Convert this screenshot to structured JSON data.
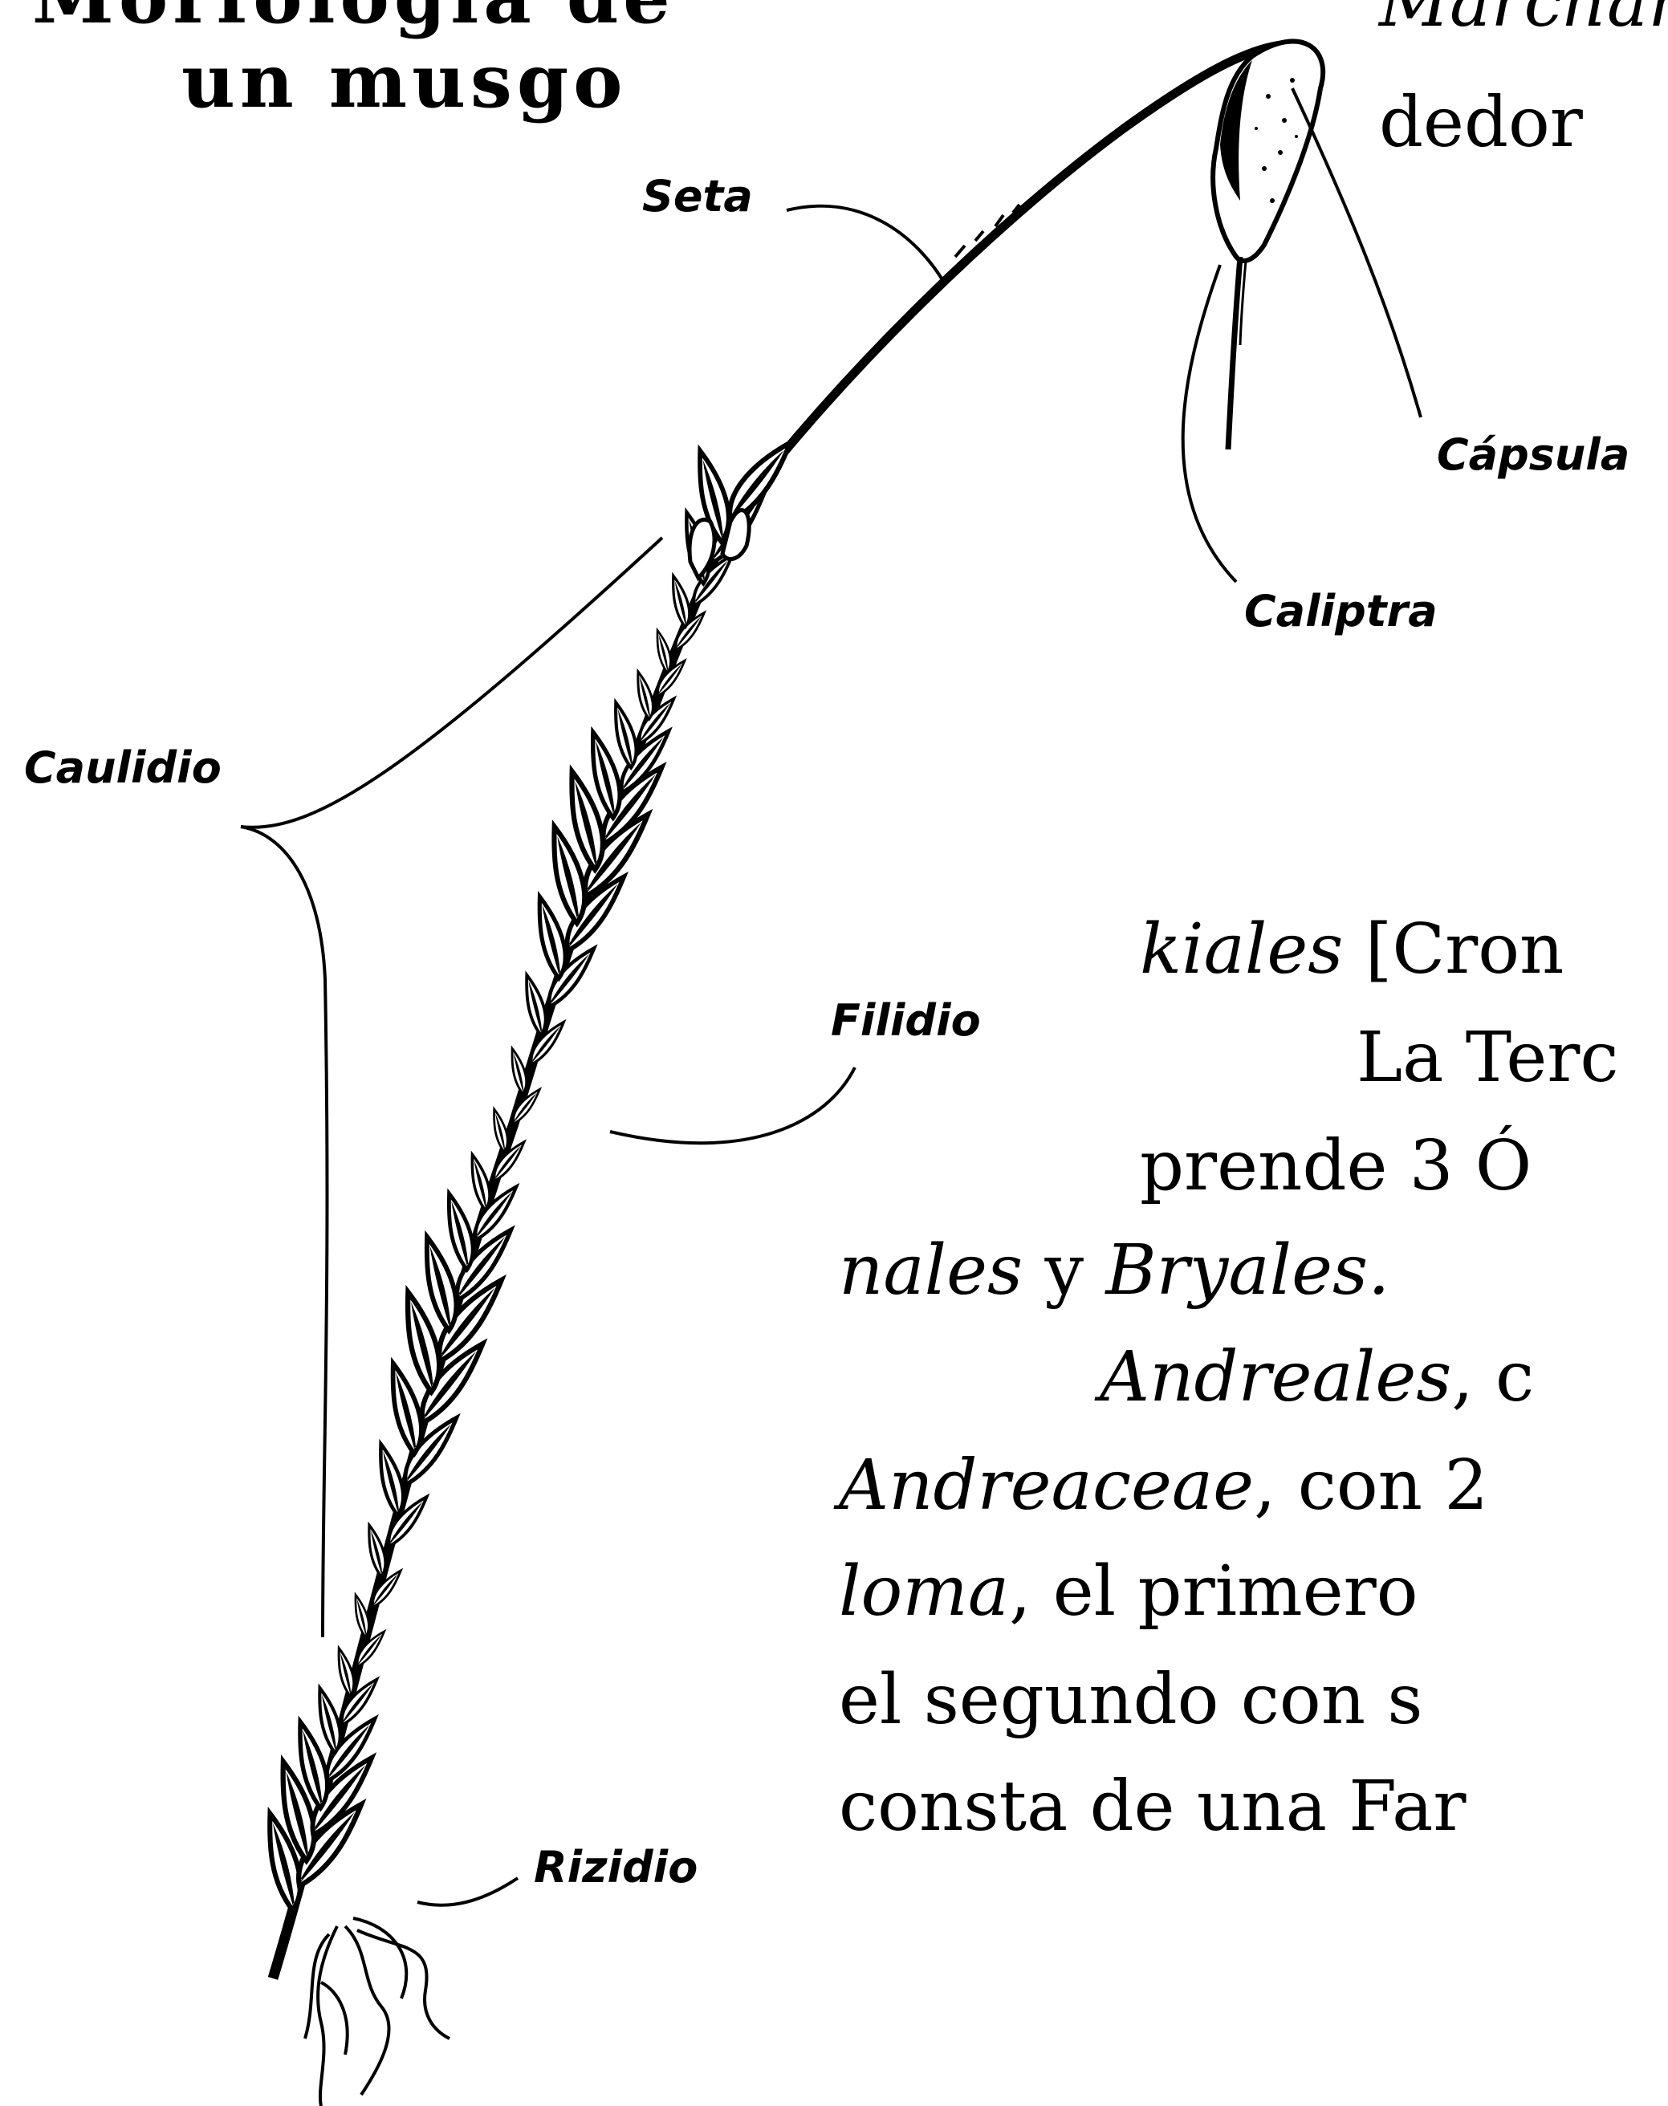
{
  "figure_title": {
    "line1": "Morfología de",
    "line2": "un musgo"
  },
  "labels": {
    "seta": "Seta",
    "capsula": "Cápsula",
    "caliptra": "Caliptra",
    "caulidio": "Caulidio",
    "filidio": "Filidio",
    "rizidio": "Rizidio"
  },
  "text": {
    "top_italic": "Marchan",
    "top_line": "dedor",
    "l1_italic": "kiales",
    "l1_rest": " [Cron",
    "l2": "La Terc",
    "l3": "prende 3 Ó",
    "l4_italic_a": "nales",
    "l4_mid": " y ",
    "l4_italic_b": "Bryales.",
    "l5_italic": "Andreales",
    "l5_rest": ", c",
    "l6_italic": "Andreaceae",
    "l6_rest": ", con 2",
    "l7_italic": "loma",
    "l7_rest": ", el primero",
    "l8": "el segundo con s",
    "l9": "consta de una Far"
  }
}
